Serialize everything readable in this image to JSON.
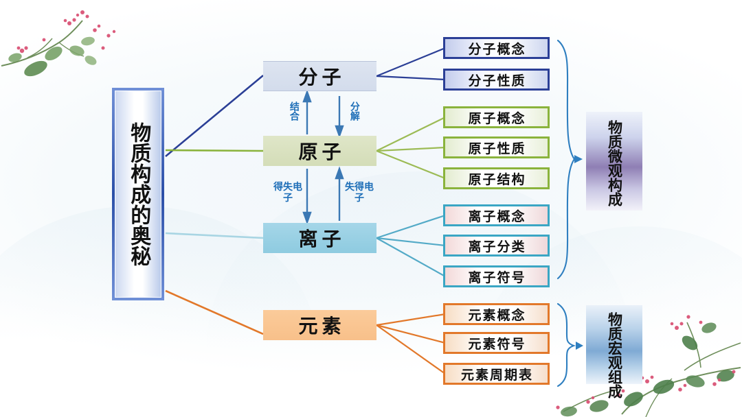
{
  "slide": {
    "root_title": "物质构成的奥秘",
    "categories": [
      {
        "id": "molecule",
        "label": "分子",
        "color": "#2b3f96"
      },
      {
        "id": "atom",
        "label": "原子",
        "color": "#8ab33c"
      },
      {
        "id": "ion",
        "label": "离子",
        "color": "#3aa6c4"
      },
      {
        "id": "element",
        "label": "元素",
        "color": "#e2782a"
      }
    ],
    "leaves": {
      "molecule": [
        "分子概念",
        "分子性质"
      ],
      "atom": [
        "原子概念",
        "原子性质",
        "原子结构"
      ],
      "ion": [
        "离子概念",
        "离子分类",
        "离子符号"
      ],
      "element": [
        "元素概念",
        "元素符号",
        "元素周期表"
      ]
    },
    "arrow_labels": {
      "mol_atom_left": "结合",
      "mol_atom_right": "分解",
      "atom_ion_left": "得失电子",
      "atom_ion_right": "失得电子"
    },
    "summaries": [
      {
        "id": "micro",
        "label": "物质微观构成"
      },
      {
        "id": "macro",
        "label": "物质宏观组成"
      }
    ],
    "decor": {
      "top_left_flowers": "floral-branch-icon",
      "bottom_right_flowers": "floral-branch-icon"
    }
  }
}
